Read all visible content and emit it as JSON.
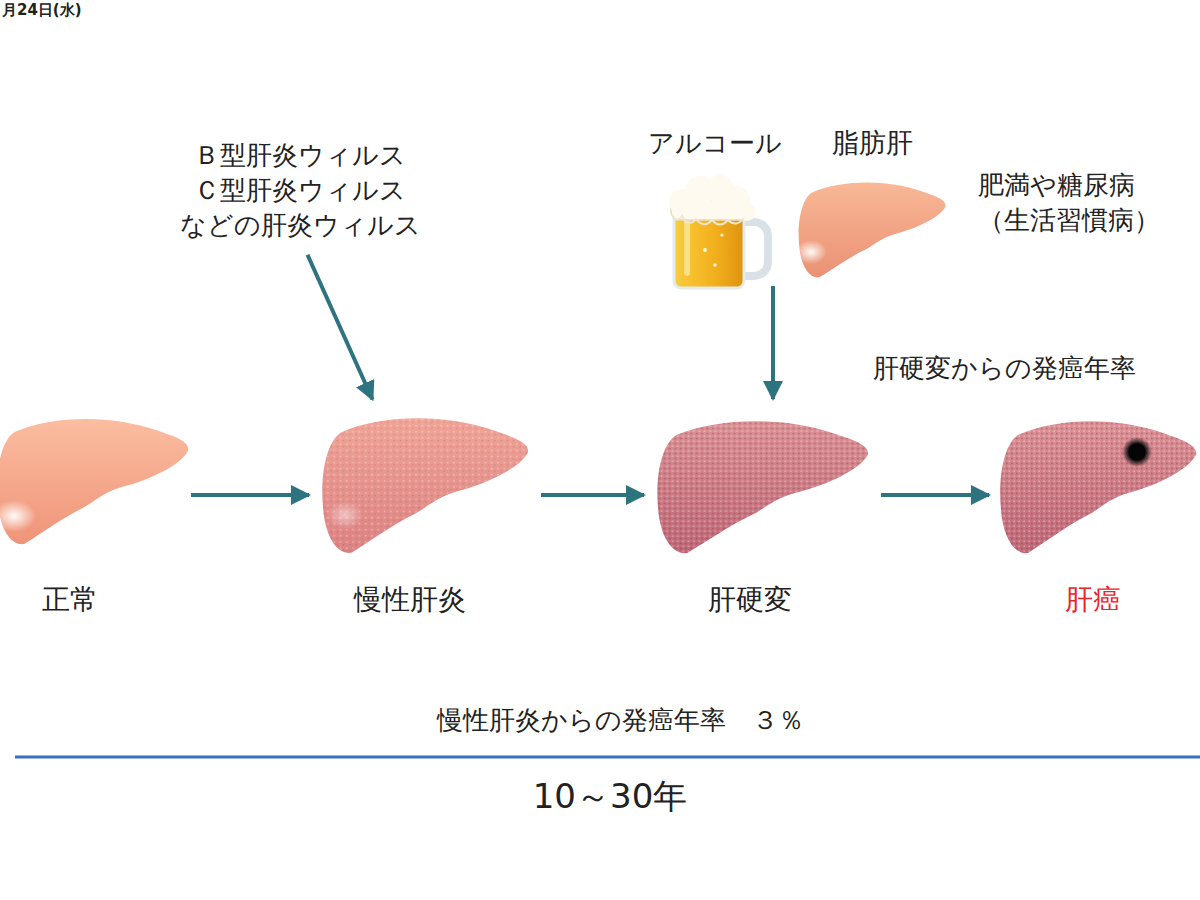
{
  "diagram": {
    "nodes": [
      {
        "text": [
          "正常"
        ]
      },
      {
        "text": [
          "Ｂ型肝炎ウィルス Ｃ型肝炎ウィルス などの肝炎ウィルス"
        ]
      },
      {
        "text": [
          "慢性肝炎"
        ]
      },
      {
        "text": [
          "脂肪肝"
        ]
      },
      {
        "text": [
          "肝硬変"
        ]
      },
      {
        "text": [
          "肝癌"
        ]
      }
    ],
    "edges": [
      {
        "from": 0,
        "to": 2,
        "arrow": "to"
      },
      {
        "from": 1,
        "to": 2,
        "arrow": "to"
      },
      {
        "from": 2,
        "to": 4,
        "arrow": "to"
      },
      {
        "from": 3,
        "to": 4,
        "arrow": "to"
      },
      {
        "from": 4,
        "to": 5,
        "arrow": "to"
      }
    ],
    "labels": [
      "月24日(水)",
      "アルコール",
      "肥満や糖尿病 （生活習慣病）",
      "肝硬変からの発癌年率",
      "慢性肝炎からの発癌年率　３％",
      "10～30年"
    ]
  }
}
